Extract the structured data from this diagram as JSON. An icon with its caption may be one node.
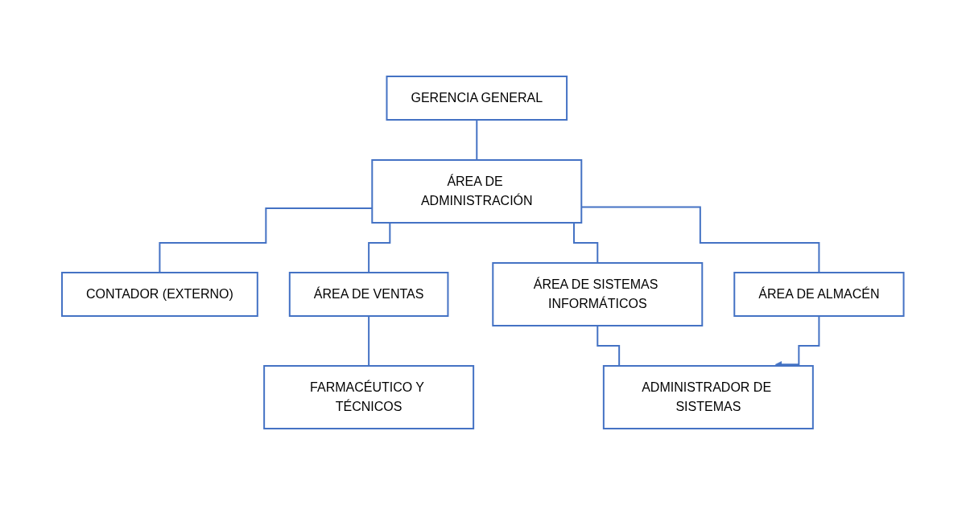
{
  "diagram": {
    "nodes": [
      {
        "text": [
          "GERENCIA GENERAL"
        ]
      },
      {
        "text": [
          "ÁREA DE ADMINISTRACIÓN"
        ]
      },
      {
        "text": [
          "CONTADOR (EXTERNO)"
        ]
      },
      {
        "text": [
          "ÁREA DE VENTAS"
        ]
      },
      {
        "text": [
          "ÁREA DE SISTEMAS INFORMÁTICOS"
        ]
      },
      {
        "text": [
          "ÁREA DE ALMACÉN"
        ]
      },
      {
        "text": [
          "FARMACÉUTICO Y TÉCNICOS"
        ]
      },
      {
        "text": [
          "ADMINISTRADOR DE SISTEMAS"
        ]
      }
    ],
    "edges": [
      {
        "from": 0,
        "to": 1,
        "arrow": "none"
      },
      {
        "from": 1,
        "to": 2,
        "arrow": "none"
      },
      {
        "from": 1,
        "to": 3,
        "arrow": "none"
      },
      {
        "from": 1,
        "to": 4,
        "arrow": "none"
      },
      {
        "from": 1,
        "to": 5,
        "arrow": "none"
      },
      {
        "from": 3,
        "to": 6,
        "arrow": "none"
      },
      {
        "from": 4,
        "to": 7,
        "arrow": "none"
      },
      {
        "from": 5,
        "to": 7,
        "arrow": "to"
      }
    ]
  }
}
